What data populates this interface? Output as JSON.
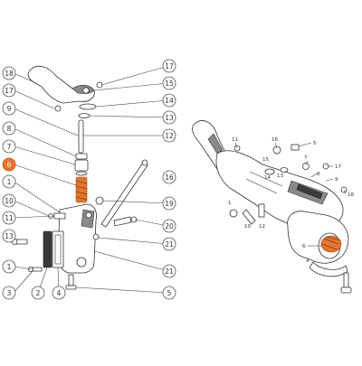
{
  "diagram": {
    "highlight_color": "#e8732a",
    "highlighted_callout": "6",
    "left_callouts": [
      {
        "id": "c18",
        "label": "18"
      },
      {
        "id": "c17a",
        "label": "17"
      },
      {
        "id": "c9",
        "label": "9"
      },
      {
        "id": "c8",
        "label": "8"
      },
      {
        "id": "c7",
        "label": "7"
      },
      {
        "id": "c6",
        "label": "6"
      },
      {
        "id": "c1",
        "label": "1"
      },
      {
        "id": "c10",
        "label": "10"
      },
      {
        "id": "c11",
        "label": "11"
      },
      {
        "id": "c13a",
        "label": "13"
      },
      {
        "id": "c1b",
        "label": "1"
      },
      {
        "id": "c3",
        "label": "3"
      },
      {
        "id": "c2",
        "label": "2"
      },
      {
        "id": "c4",
        "label": "4"
      }
    ],
    "right_callouts": [
      {
        "id": "r17",
        "label": "17"
      },
      {
        "id": "r15",
        "label": "15"
      },
      {
        "id": "r14",
        "label": "14"
      },
      {
        "id": "r13",
        "label": "13"
      },
      {
        "id": "r12",
        "label": "12"
      },
      {
        "id": "r16",
        "label": "16"
      },
      {
        "id": "r19",
        "label": "19"
      },
      {
        "id": "r20",
        "label": "20"
      },
      {
        "id": "r21a",
        "label": "21"
      },
      {
        "id": "r21b",
        "label": "21"
      },
      {
        "id": "r5",
        "label": "5"
      }
    ],
    "exploded_labels": [
      "11",
      "16",
      "5",
      "7",
      "17",
      "8",
      "9",
      "15",
      "14",
      "13",
      "18",
      "10",
      "12",
      "6",
      "4",
      "1"
    ]
  }
}
